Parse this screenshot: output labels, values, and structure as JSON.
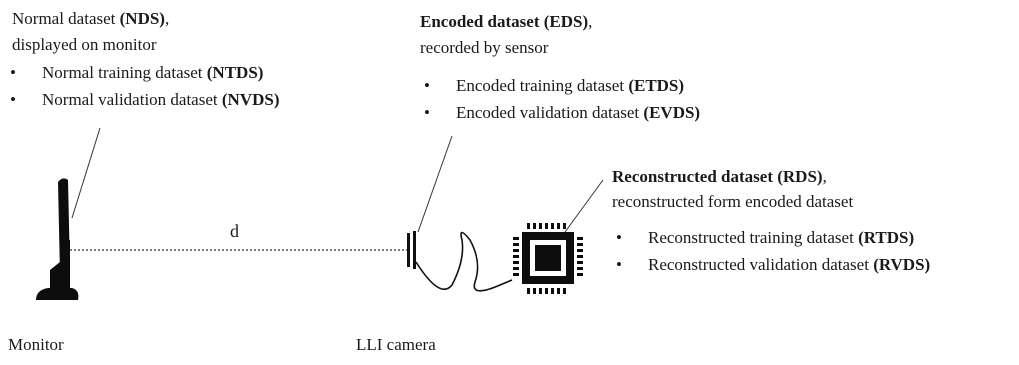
{
  "nds": {
    "title_plain": "Normal dataset ",
    "title_bold": "(NDS)",
    "title_end": ",",
    "subtitle": "displayed on monitor",
    "items": [
      {
        "plain": "Normal training dataset ",
        "bold": "(NTDS)"
      },
      {
        "plain": "Normal validation dataset ",
        "bold": "(NVDS)"
      }
    ]
  },
  "eds": {
    "title_bold": "Encoded dataset (EDS)",
    "title_end": ",",
    "subtitle": "recorded by sensor",
    "items": [
      {
        "plain": "Encoded training dataset ",
        "bold": "(ETDS)"
      },
      {
        "plain": "Encoded validation dataset ",
        "bold": "(EVDS)"
      }
    ]
  },
  "rds": {
    "title_bold": "Reconstructed dataset (RDS)",
    "title_end": ",",
    "subtitle": "reconstructed form encoded dataset",
    "items": [
      {
        "plain": "Reconstructed training dataset ",
        "bold": "(RTDS)"
      },
      {
        "plain": "Reconstructed validation dataset ",
        "bold": "(RVDS)"
      }
    ]
  },
  "bullet_char": "•",
  "distance_label": "d",
  "monitor_label": "Monitor",
  "camera_label": "LLI camera"
}
